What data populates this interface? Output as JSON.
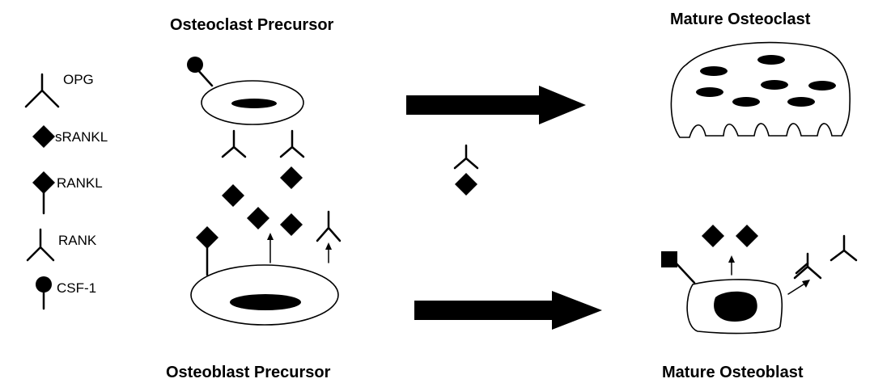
{
  "titles": {
    "osteoclast_precursor": "Osteoclast Precursor",
    "mature_osteoclast": "Mature Osteoclast",
    "osteoblast_precursor": "Osteoblast Precursor",
    "mature_osteoblast": "Mature Osteoblast"
  },
  "legend": [
    {
      "symbol": "opg-icon",
      "label": "OPG"
    },
    {
      "symbol": "srankl-icon",
      "label": "sRANKL"
    },
    {
      "symbol": "rankl-icon",
      "label": "RANKL"
    },
    {
      "symbol": "rank-icon",
      "label": "RANK"
    },
    {
      "symbol": "csf1-icon",
      "label": "CSF-1"
    }
  ],
  "colors": {
    "ink": "#000000",
    "background": "#ffffff"
  }
}
